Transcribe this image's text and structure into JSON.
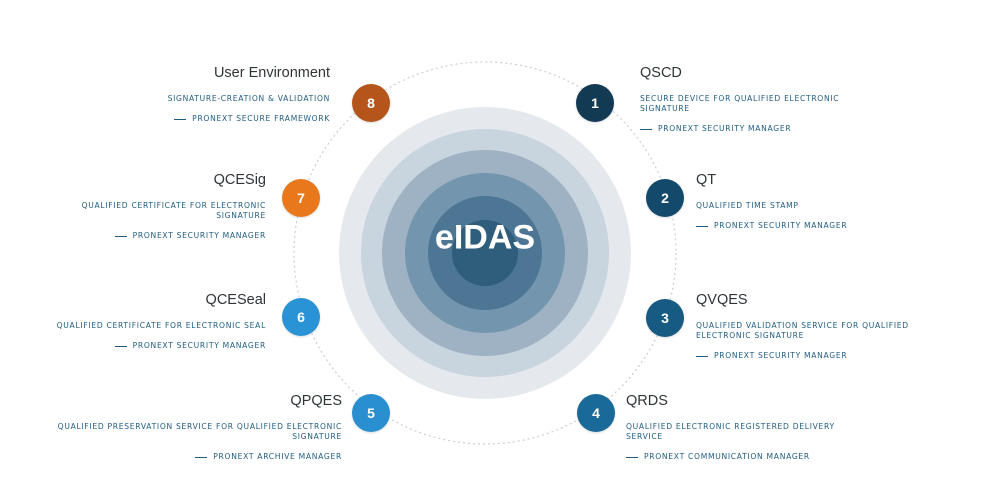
{
  "center": {
    "label": "eIDAS"
  },
  "items": [
    {
      "number": "1",
      "title": "QSCD",
      "description": "Secure device for qualified electronic signature",
      "product": "PRONEXT SECURITY MANAGER",
      "color": "#123a52"
    },
    {
      "number": "2",
      "title": "QT",
      "description": "Qualified time stamp",
      "product": "PRONEXT SECURITY MANAGER",
      "color": "#134a6b"
    },
    {
      "number": "3",
      "title": "QVQES",
      "description": "Qualified validation service for qualified electronic signature",
      "product": "PRONEXT SECURITY MANAGER",
      "color": "#175a82"
    },
    {
      "number": "4",
      "title": "QRDS",
      "description": "Qualified electronic registered delivery service",
      "product": "PRONEXT COMMUNICATION MANAGER",
      "color": "#196a99"
    },
    {
      "number": "5",
      "title": "QPQES",
      "description": "Qualified preservation service for qualified electronic signature",
      "product": "PRONEXT ARCHIVE MANAGER",
      "color": "#2a8fd0"
    },
    {
      "number": "6",
      "title": "QCESeal",
      "description": "Qualified certificate for electronic seal",
      "product": "PRONEXT SECURITY MANAGER",
      "color": "#2a93d6"
    },
    {
      "number": "7",
      "title": "QCESig",
      "description": "Qualified certificate for electronic signature",
      "product": "PRONEXT SECURITY MANAGER",
      "color": "#e8781b"
    },
    {
      "number": "8",
      "title": "User Environment",
      "description": "Signature-creation & validation",
      "product": "PRONEXT SECURE FRAMEWORK",
      "color": "#b5541b"
    }
  ]
}
